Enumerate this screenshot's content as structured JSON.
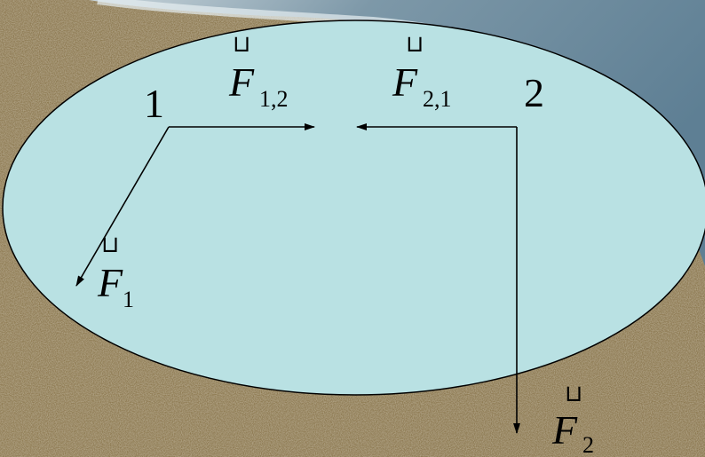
{
  "slide": {
    "colors": {
      "region_fill": "#b9e1e3",
      "region_stroke": "#000000",
      "arrow": "#000000",
      "sand": "#8f7b52",
      "sea": "#6f8fa2",
      "foam": "#dfe8ec"
    },
    "background_icon": "beach-photo",
    "points": [
      {
        "label": "1"
      },
      {
        "label": "2"
      }
    ],
    "forces": [
      {
        "id": "F12",
        "symbol": "F",
        "subscript": "1,2",
        "accent": "⊔"
      },
      {
        "id": "F21",
        "symbol": "F",
        "subscript": "2,1",
        "accent": "⊔"
      },
      {
        "id": "F1",
        "symbol": "F",
        "subscript": "1",
        "accent": "⊔"
      },
      {
        "id": "F2",
        "symbol": "F",
        "subscript": "2",
        "accent": "⊔"
      }
    ]
  }
}
